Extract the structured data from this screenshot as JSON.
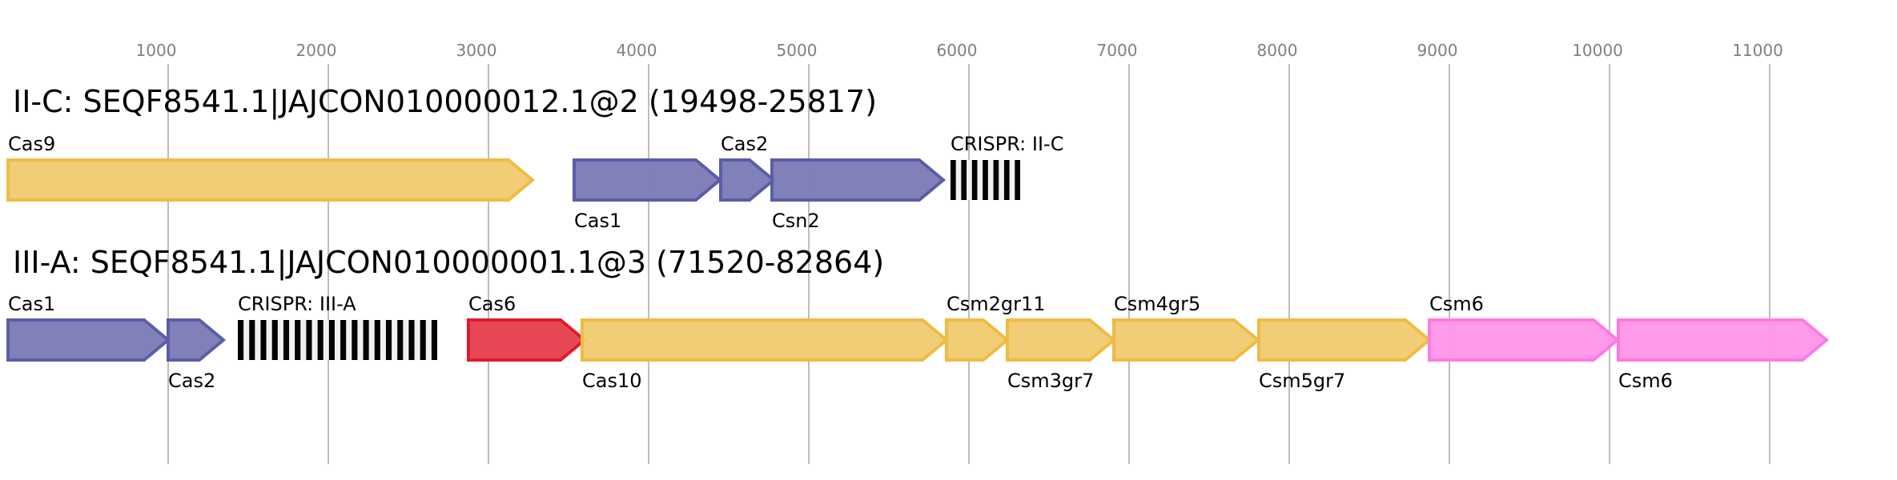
{
  "axis": {
    "ticks": [
      1000,
      2000,
      3000,
      4000,
      5000,
      6000,
      7000,
      8000,
      9000,
      10000,
      11000
    ],
    "tick_labels": [
      "1000",
      "2000",
      "3000",
      "4000",
      "5000",
      "6000",
      "7000",
      "8000",
      "9000",
      "10000",
      "11000"
    ],
    "range": [
      0,
      11500
    ]
  },
  "colors": {
    "blue_fill": "#7b7db6",
    "blue_stroke": "#5b5ea6",
    "yellow_fill": "#f1cb72",
    "yellow_stroke": "#eebb44",
    "red_fill": "#e5434f",
    "red_stroke": "#e11a2a",
    "pink_fill": "#ff96e8",
    "pink_stroke": "#ff7ae0",
    "crispr_bar": "#000000",
    "crispr_spacer": "#f0f0f0"
  },
  "loci": [
    {
      "title": "II-C: SEQF8541.1|JAJCON010000012.1@2 (19498-25817)",
      "elements": [
        {
          "kind": "gene",
          "label": "Cas9",
          "start": 0,
          "end": 3275,
          "color": "yellow",
          "label_pos": "above"
        },
        {
          "kind": "gene",
          "label": "Cas1",
          "start": 3535,
          "end": 4445,
          "color": "blue",
          "label_pos": "below"
        },
        {
          "kind": "gene",
          "label": "Cas2",
          "start": 4450,
          "end": 4780,
          "color": "blue",
          "label_pos": "above"
        },
        {
          "kind": "gene",
          "label": "Csn2",
          "start": 4770,
          "end": 5840,
          "color": "blue",
          "label_pos": "below"
        },
        {
          "kind": "crispr",
          "label": "CRISPR: II-C",
          "start": 5885,
          "end": 6320,
          "repeats": 7,
          "label_pos": "above"
        }
      ]
    },
    {
      "title": "III-A: SEQF8541.1|JAJCON010000001.1@3 (71520-82864)",
      "elements": [
        {
          "kind": "gene",
          "label": "Cas1",
          "start": 0,
          "end": 1000,
          "color": "blue",
          "label_pos": "above"
        },
        {
          "kind": "gene",
          "label": "Cas2",
          "start": 1000,
          "end": 1345,
          "color": "blue",
          "label_pos": "below"
        },
        {
          "kind": "crispr",
          "label": "CRISPR: III-A",
          "start": 1435,
          "end": 2680,
          "repeats": 18,
          "label_pos": "above"
        },
        {
          "kind": "gene",
          "label": "Cas6",
          "start": 2875,
          "end": 3600,
          "color": "red",
          "label_pos": "above"
        },
        {
          "kind": "gene",
          "label": "Cas10",
          "start": 3585,
          "end": 5860,
          "color": "yellow",
          "label_pos": "below"
        },
        {
          "kind": "gene",
          "label": "Csm2gr11",
          "start": 5860,
          "end": 6240,
          "color": "yellow",
          "label_pos": "above"
        },
        {
          "kind": "gene",
          "label": "Csm3gr7",
          "start": 6240,
          "end": 6905,
          "color": "yellow",
          "label_pos": "below"
        },
        {
          "kind": "gene",
          "label": "Csm4gr5",
          "start": 6905,
          "end": 7805,
          "color": "yellow",
          "label_pos": "above"
        },
        {
          "kind": "gene",
          "label": "Csm5gr7",
          "start": 7810,
          "end": 8875,
          "color": "yellow",
          "label_pos": "below"
        },
        {
          "kind": "gene",
          "label": "Csm6",
          "start": 8875,
          "end": 10050,
          "color": "pink",
          "label_pos": "above"
        },
        {
          "kind": "gene",
          "label": "Csm6",
          "start": 10055,
          "end": 11355,
          "color": "pink",
          "label_pos": "below"
        }
      ]
    }
  ]
}
